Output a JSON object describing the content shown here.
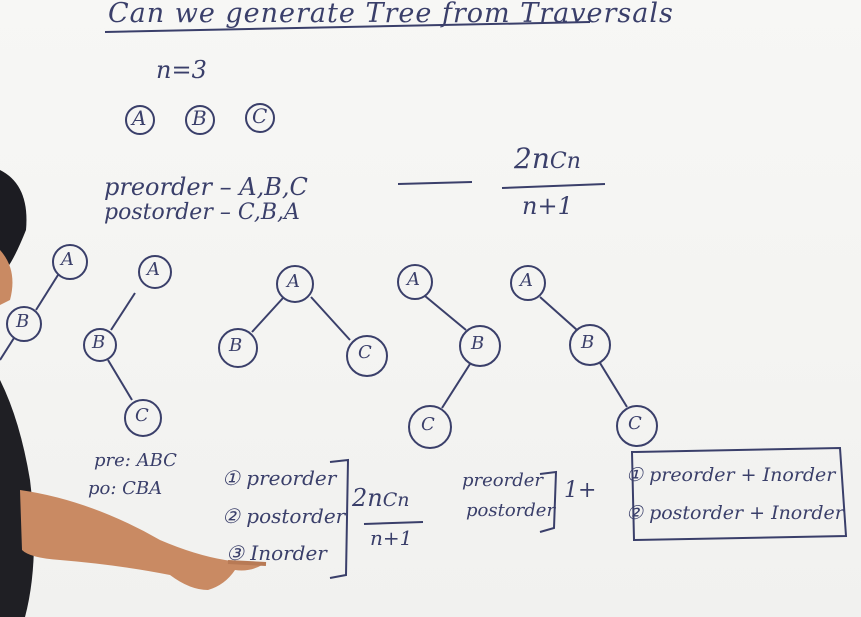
{
  "title": "Can we generate Tree from Traversals",
  "n_label": "n=3",
  "nodes": [
    "A",
    "B",
    "C"
  ],
  "preorder_line": "preorder – A,B,C",
  "postorder_line": "postorder – C,B,A",
  "formula_top": "2n",
  "formula_sub": "Cn",
  "formula_bottom": "n+1",
  "note_pre": "pre: ABC",
  "note_po": "po: CBA",
  "list": [
    "① preorder",
    "② postorder",
    "③ Inorder"
  ],
  "list_formula_top": "2n",
  "list_formula_sub": "Cn",
  "list_formula_bottom": "n+1",
  "pair": [
    "preorder",
    "postorder"
  ],
  "pair_result": "1+",
  "box_items": [
    "① preorder + Inorder",
    "② postorder + Inorder"
  ],
  "colors": {
    "ink": "#3a3f6a",
    "board": "#f4f4f2",
    "skin": "#c98a63",
    "shirt": "#1f1f24"
  }
}
